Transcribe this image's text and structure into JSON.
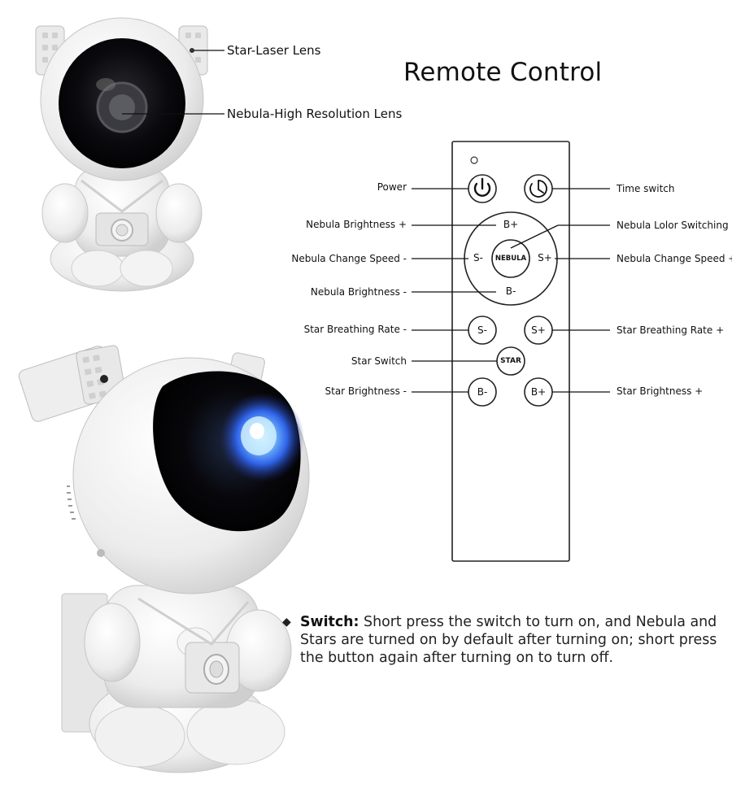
{
  "page": {
    "title": "Remote Control"
  },
  "lens_labels": {
    "star_laser": "Star-Laser Lens",
    "nebula_hd": "Nebula-High Resolution Lens"
  },
  "remote": {
    "buttons": {
      "nebula_b_plus": "B+",
      "nebula_b_minus": "B-",
      "nebula_s_minus": "S-",
      "nebula_s_plus": "S+",
      "nebula_center": "NEBULA",
      "star_s_minus": "S-",
      "star_s_plus": "S+",
      "star": "STAR",
      "star_b_minus": "B-",
      "star_b_plus": "B+"
    },
    "icons": {
      "power": "power-icon",
      "timer": "timer-icon"
    },
    "labels_left": {
      "power": "Power",
      "nebula_brightness_plus": "Nebula Brightness +",
      "nebula_change_speed_minus": "Nebula Change Speed -",
      "nebula_brightness_minus": "Nebula Brightness -",
      "star_breathing_minus": "Star Breathing Rate -",
      "star_switch": "Star Switch",
      "star_brightness_minus": "Star Brightness -"
    },
    "labels_right": {
      "time_switch": "Time switch",
      "nebula_color": "Nebula Lolor Switching",
      "nebula_change_speed_plus": "Nebula Change Speed +",
      "star_breathing_plus": "Star Breathing Rate +",
      "star_brightness_plus": "Star Brightness +"
    }
  },
  "description": {
    "heading": "Switch:",
    "body": " Short press the switch to turn on, and Nebula and Stars are turned on by default after turning on; short press the button again after turning on to turn off."
  },
  "colors": {
    "lens_glow": "#3f7df0",
    "visor": "#0b0b0f",
    "body": "#f2f2f2"
  }
}
